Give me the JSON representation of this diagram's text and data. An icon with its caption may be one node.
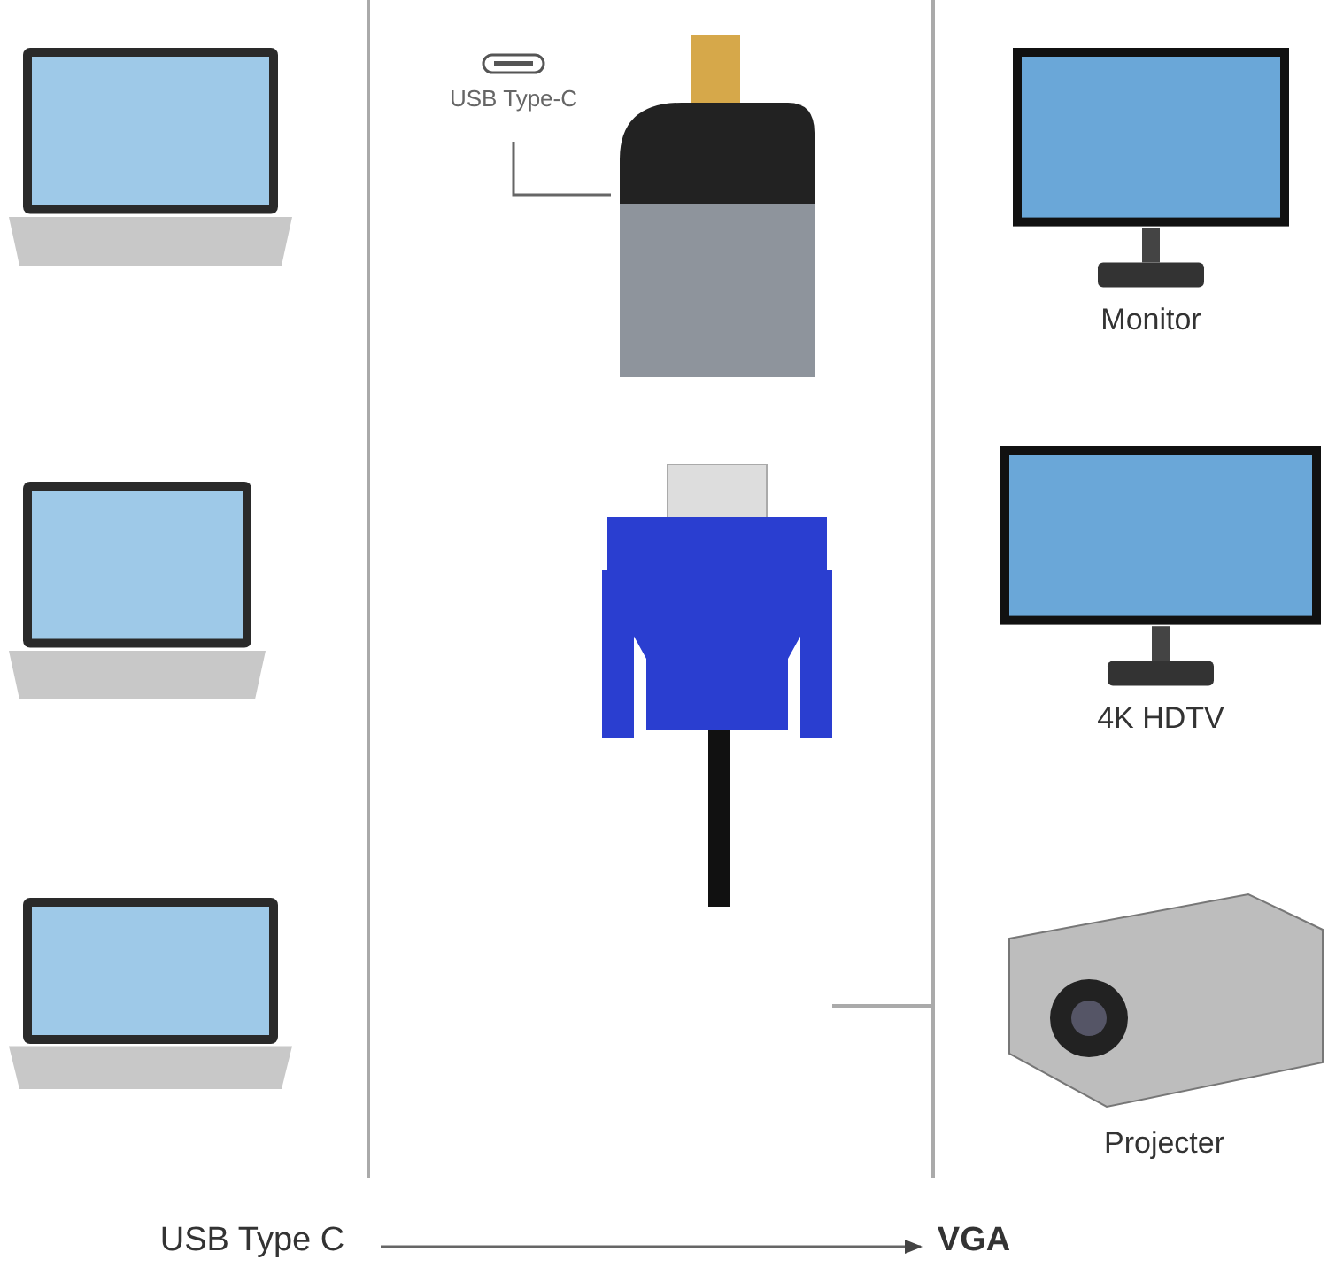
{
  "diagram": {
    "nodes": [
      {
        "text": [],
        "shape": "picture"
      },
      {
        "text": [],
        "shape": "picture"
      },
      {
        "text": [],
        "shape": "picture"
      },
      {
        "text": [
          "USB Type-C"
        ]
      },
      {
        "text": [],
        "shape": "picture"
      },
      {
        "text": [],
        "shape": "picture"
      },
      {
        "text": [
          "Monitor"
        ]
      },
      {
        "text": [
          "4K HDTV"
        ]
      },
      {
        "text": [
          "Projecter"
        ]
      },
      {
        "text": [
          "USB Type C"
        ]
      },
      {
        "text": [
          "VGA"
        ]
      }
    ],
    "edges": [
      {
        "from": 3,
        "to": 4,
        "arrow": "none"
      },
      {
        "from": 9,
        "to": 10,
        "arrow": "to"
      }
    ]
  }
}
